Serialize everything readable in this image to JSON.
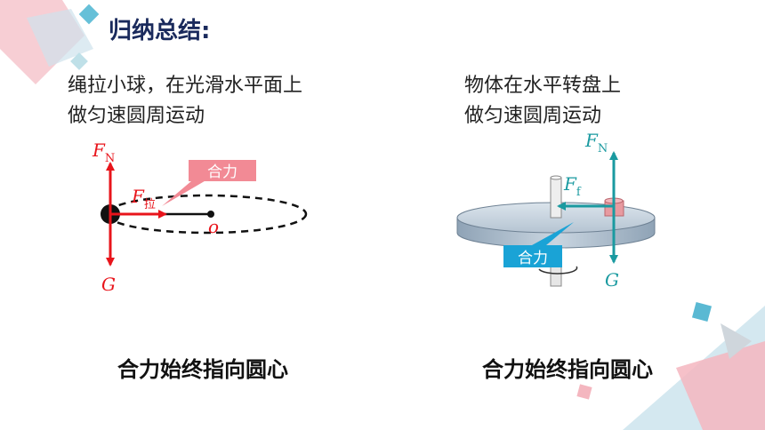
{
  "title": "归纳总结:",
  "left": {
    "description_lines": [
      "绳拉小球，在光滑水平面上",
      "做匀速圆周运动"
    ],
    "labels": {
      "normal_force_letter": "F",
      "normal_force_sub": "N",
      "tension_letter": "F",
      "tension_sub": "拉",
      "gravity": "G",
      "center": "o",
      "net_force": "合力"
    },
    "conclusion": "合力始终指向圆心"
  },
  "right": {
    "description_lines": [
      "物体在水平转盘上",
      "做匀速圆周运动"
    ],
    "labels": {
      "normal_force_letter": "F",
      "normal_force_sub": "N",
      "friction_letter": "F",
      "friction_sub": "f",
      "gravity": "G",
      "net_force": "合力"
    },
    "conclusion": "合力始终指向圆心"
  },
  "colors": {
    "force_red": "#e8141b",
    "force_teal": "#1a9aa0",
    "callout_pink": "#f28a95",
    "callout_blue": "#1aa3d6",
    "title_navy": "#1a2a5c",
    "disk_gray": "#b9c6d3"
  }
}
